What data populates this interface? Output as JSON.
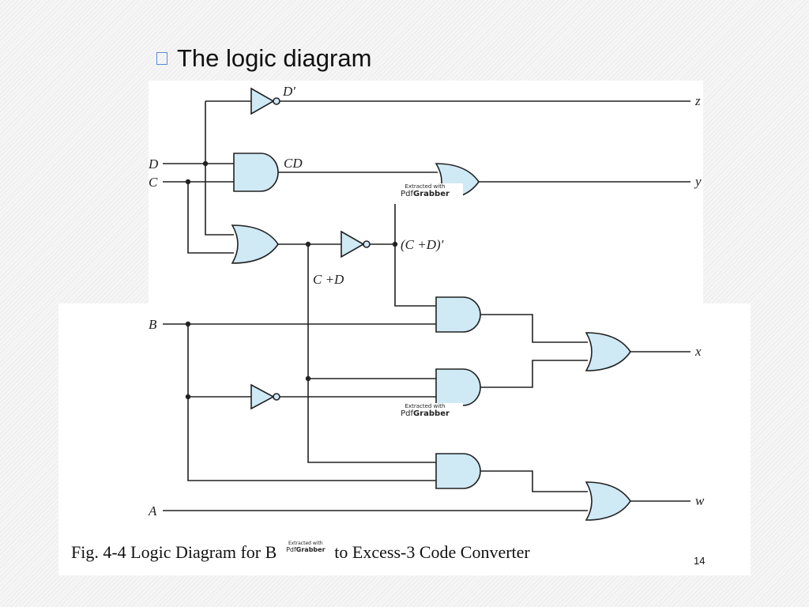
{
  "heading": {
    "bullet": "",
    "title": "The logic diagram"
  },
  "diagram": {
    "inputs": {
      "a": "A",
      "b": "B",
      "c": "C",
      "d": "D"
    },
    "outputs": {
      "w": "w",
      "x": "x",
      "y": "y",
      "z": "z"
    },
    "signals": {
      "d_not": "D′",
      "cd": "CD",
      "c_or_d": "C +D",
      "c_or_d_not": "(C +D)′"
    },
    "colors": {
      "gate_fill": "#cfe9f5",
      "wire": "#222222"
    }
  },
  "caption": {
    "prefix": "Fig. 4-4  Logic Diagram for B",
    "suffix": "to Excess-3 Code Converter"
  },
  "watermark": {
    "line1": "Extracted with",
    "brand_prefix": "Pdf",
    "brand_suffix": "Grabber"
  },
  "page_number": "14"
}
